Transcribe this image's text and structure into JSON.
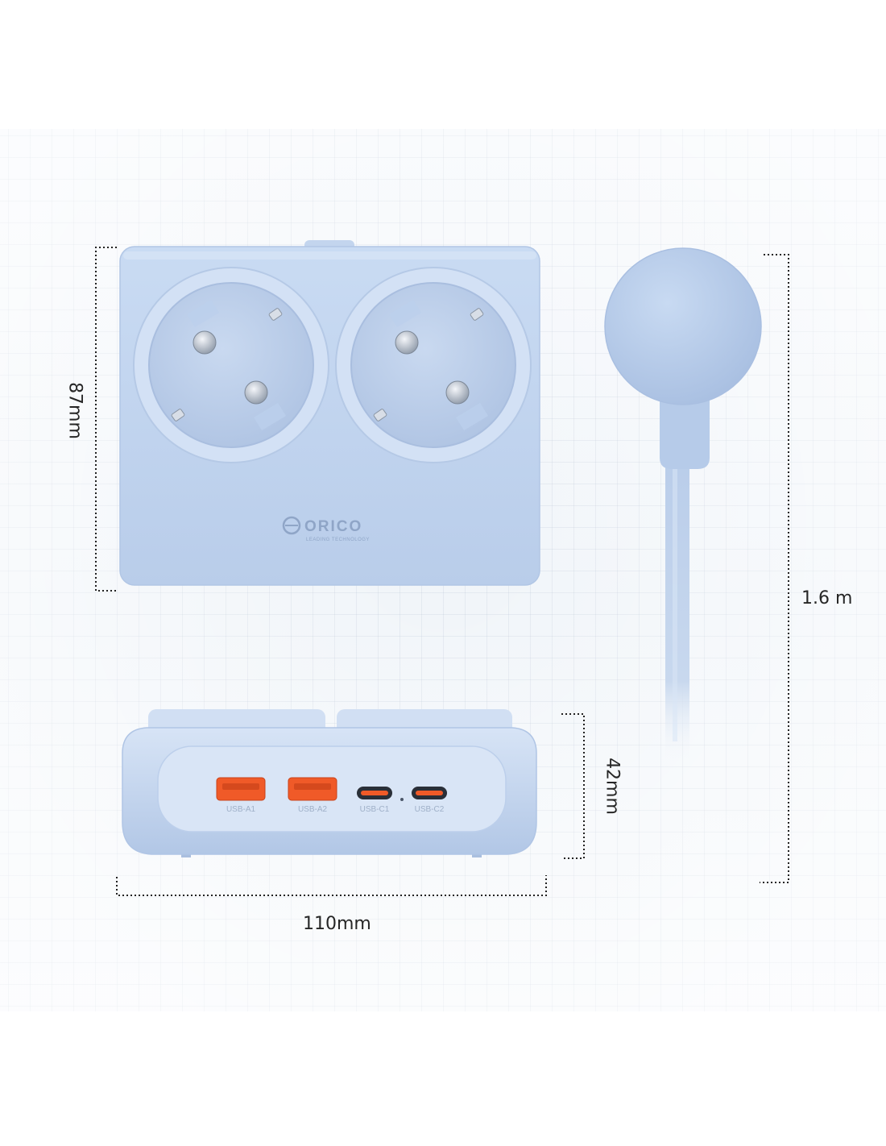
{
  "brand": {
    "name": "ORICO",
    "tagline": "LEADING TECHNOLOGY"
  },
  "dimensions": {
    "height": "87mm",
    "width": "110mm",
    "depth": "42mm",
    "cable_length": "1.6 m"
  },
  "ports": [
    {
      "label": "USB-A1",
      "type": "usb-a",
      "color": "#f05a28"
    },
    {
      "label": "USB-A2",
      "type": "usb-a",
      "color": "#f05a28"
    },
    {
      "label": "USB-C1",
      "type": "usb-c",
      "color": "#f05a28"
    },
    {
      "label": "USB-C2",
      "type": "usb-c",
      "color": "#f05a28"
    }
  ],
  "colors": {
    "body": "#c4d6ef",
    "body_shade": "#a9c0e2",
    "accent": "#f05a28",
    "background": "#f1f5f9"
  }
}
